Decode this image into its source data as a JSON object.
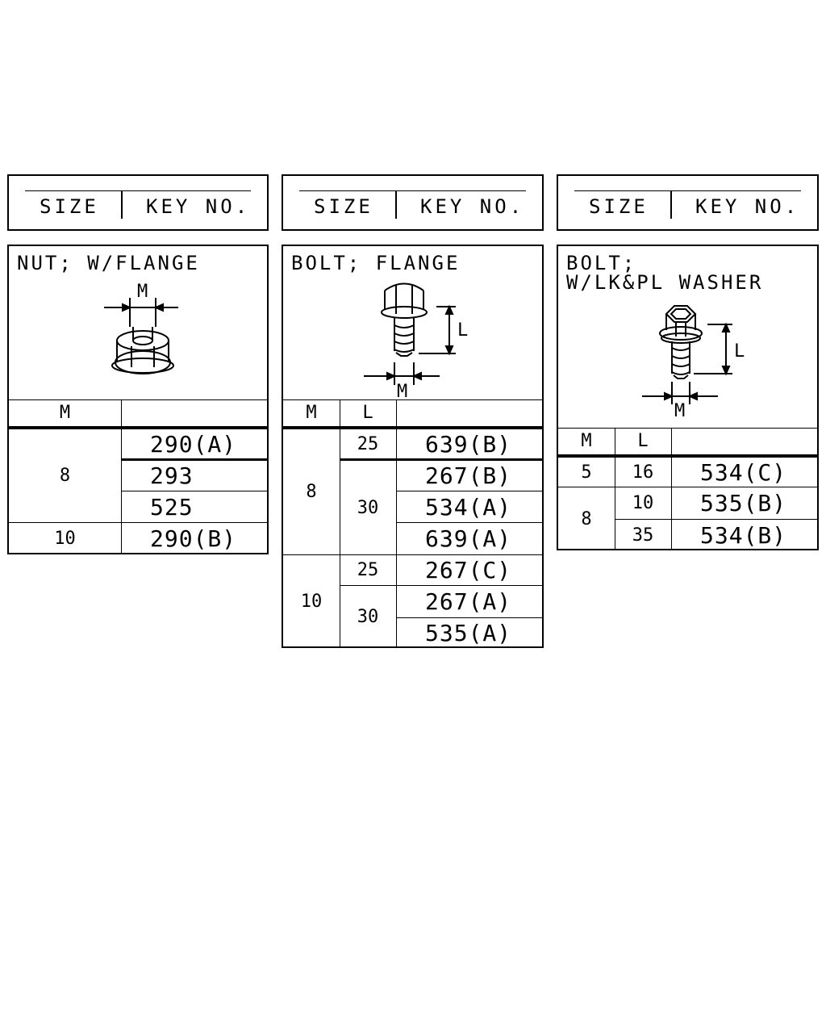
{
  "headers": {
    "size_label": "SIZE",
    "key_label": "KEY NO."
  },
  "nut": {
    "title": "NUT; W/FLANGE",
    "dim_m": "M",
    "col_m": "M",
    "rows": {
      "r1": {
        "m": "8",
        "key": "290(A)"
      },
      "r2": {
        "key": "293"
      },
      "r3": {
        "key": "525"
      },
      "r4": {
        "m": "10",
        "key": "290(B)"
      }
    }
  },
  "bolt_flange": {
    "title": "BOLT; FLANGE",
    "dim_l": "L",
    "dim_m": "M",
    "col_m": "M",
    "col_l": "L",
    "rows": {
      "m8": "8",
      "m10": "10",
      "l25a": "25",
      "l30a": "30",
      "l25b": "25",
      "l30b": "30",
      "k1": "639(B)",
      "k2": "267(B)",
      "k3": "534(A)",
      "k4": "639(A)",
      "k5": "267(C)",
      "k6": "267(A)",
      "k7": "535(A)"
    }
  },
  "bolt_washer": {
    "title": "BOLT;\nW/LK&PL WASHER",
    "dim_l": "L",
    "dim_m": "M",
    "col_m": "M",
    "col_l": "L",
    "rows": {
      "m5": "5",
      "m8": "8",
      "l16": "16",
      "l10": "10",
      "l35": "35",
      "k1": "534(C)",
      "k2": "535(B)",
      "k3": "534(B)"
    }
  }
}
